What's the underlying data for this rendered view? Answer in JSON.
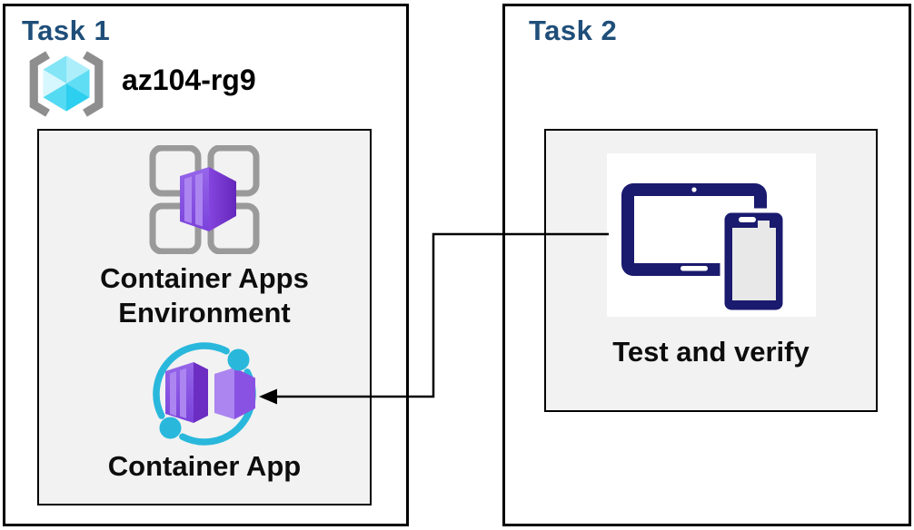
{
  "task1": {
    "title": "Task 1",
    "resource_group": "az104-rg9",
    "resource_group_icon": "azure-resource-group-icon",
    "environment": {
      "label": "Container Apps Environment",
      "icon": "container-apps-environment-icon"
    },
    "app": {
      "label": "Container App",
      "icon": "container-app-icon"
    }
  },
  "task2": {
    "title": "Task 2",
    "test": {
      "label": "Test and verify",
      "icon": "devices-icon"
    }
  },
  "connector": {
    "from": "test-and-verify",
    "to": "container-app",
    "shape": "elbow-arrow-left"
  },
  "colors": {
    "task_title": "#1F4E79",
    "box_border": "#000000",
    "panel_bg": "#F2F2F2",
    "cyan_accent": "#29B8DC",
    "purple_light": "#AC85F1",
    "purple_mid": "#8A52E3",
    "purple_dark": "#6B2DC2",
    "navy_device": "#1A1A6E",
    "bracket_gray": "#8E8E8E"
  }
}
